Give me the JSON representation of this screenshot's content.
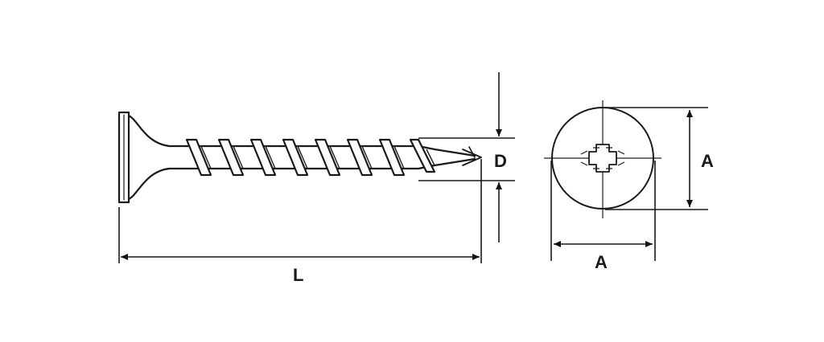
{
  "labels": {
    "length": "L",
    "diameter": "D",
    "head_height": "A",
    "head_width": "A"
  }
}
